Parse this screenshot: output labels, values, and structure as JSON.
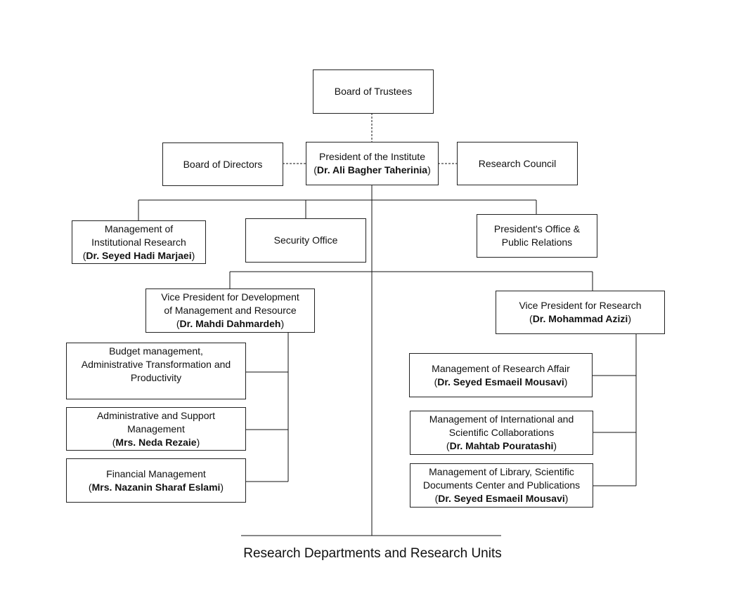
{
  "nodes": {
    "board_of_trustees": {
      "lines": [
        "Board of Trustees"
      ],
      "name": ""
    },
    "president": {
      "lines": [
        "President of the Institute"
      ],
      "name": "Dr. Ali Bagher Taherinia"
    },
    "board_of_directors": {
      "lines": [
        "Board of Directors"
      ],
      "name": ""
    },
    "research_council": {
      "lines": [
        "Research Council"
      ],
      "name": ""
    },
    "institutional_research": {
      "lines": [
        "Management of",
        "Institutional Research"
      ],
      "name": "Dr. Seyed Hadi Marjaei"
    },
    "security_office": {
      "lines": [
        "Security Office"
      ],
      "name": ""
    },
    "presidents_office": {
      "lines": [
        "President's Office &",
        "Public Relations"
      ],
      "name": ""
    },
    "vp_development": {
      "lines": [
        "Vice President for Development",
        "of Management and Resource"
      ],
      "name": "Dr. Mahdi Dahmardeh"
    },
    "vp_research": {
      "lines": [
        "Vice President for Research"
      ],
      "name": "Dr. Mohammad Azizi"
    },
    "budget_management": {
      "lines": [
        "Budget management,",
        "Administrative Transformation and",
        "Productivity"
      ],
      "name": ""
    },
    "administrative_support": {
      "lines": [
        "Administrative and Support",
        "Management"
      ],
      "name": "Mrs. Neda Rezaie"
    },
    "financial_management": {
      "lines": [
        "Financial Management"
      ],
      "name": "Mrs. Nazanin Sharaf Eslami"
    },
    "research_affair": {
      "lines": [
        "Management of Research Affair"
      ],
      "name": "Dr. Seyed Esmaeil Mousavi"
    },
    "international_collab": {
      "lines": [
        "Management of International and",
        "Scientific Collaborations"
      ],
      "name": "Dr. Mahtab Pouratashi"
    },
    "library": {
      "lines": [
        "Management of Library, Scientific",
        "Documents Center and Publications"
      ],
      "name": "Dr. Seyed Esmaeil Mousavi"
    }
  },
  "footer": "Research Departments and Research Units"
}
